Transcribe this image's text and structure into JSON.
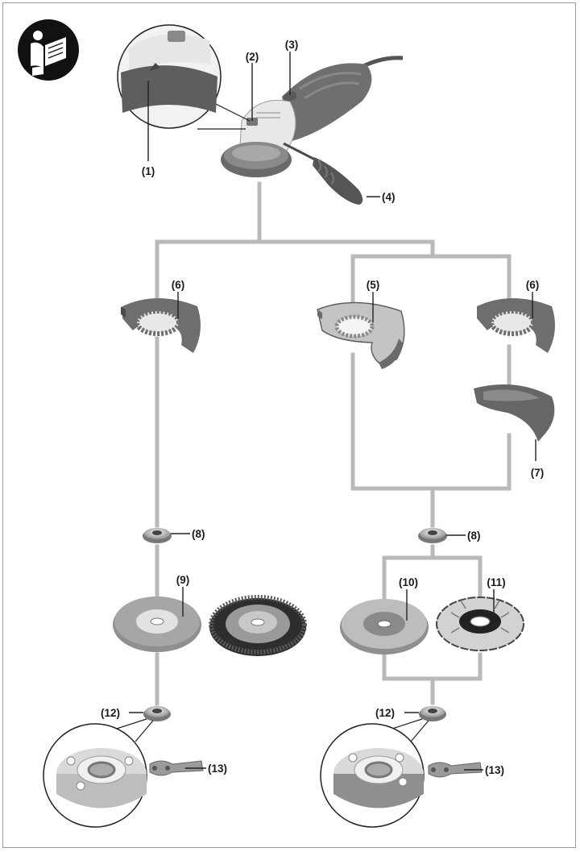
{
  "labels": {
    "l1": "(1)",
    "l2": "(2)",
    "l3": "(3)",
    "l4": "(4)",
    "l5": "(5)",
    "l6a": "(6)",
    "l6b": "(6)",
    "l7": "(7)",
    "l8a": "(8)",
    "l8b": "(8)",
    "l9": "(9)",
    "l10": "(10)",
    "l11": "(11)",
    "l12a": "(12)",
    "l12b": "(12)",
    "l13a": "(13)",
    "l13b": "(13)"
  },
  "icons": {
    "manual": "read-manual-icon"
  },
  "colors": {
    "connector": "#b9b9b9",
    "guard": "#6e6e6e",
    "guard_dark": "#4a4a4a",
    "disc_gray": "#8c8c8c",
    "disc_light": "#d6d6d6",
    "tool_body": "#6f6f6f",
    "tool_head": "#e8e8e8"
  }
}
